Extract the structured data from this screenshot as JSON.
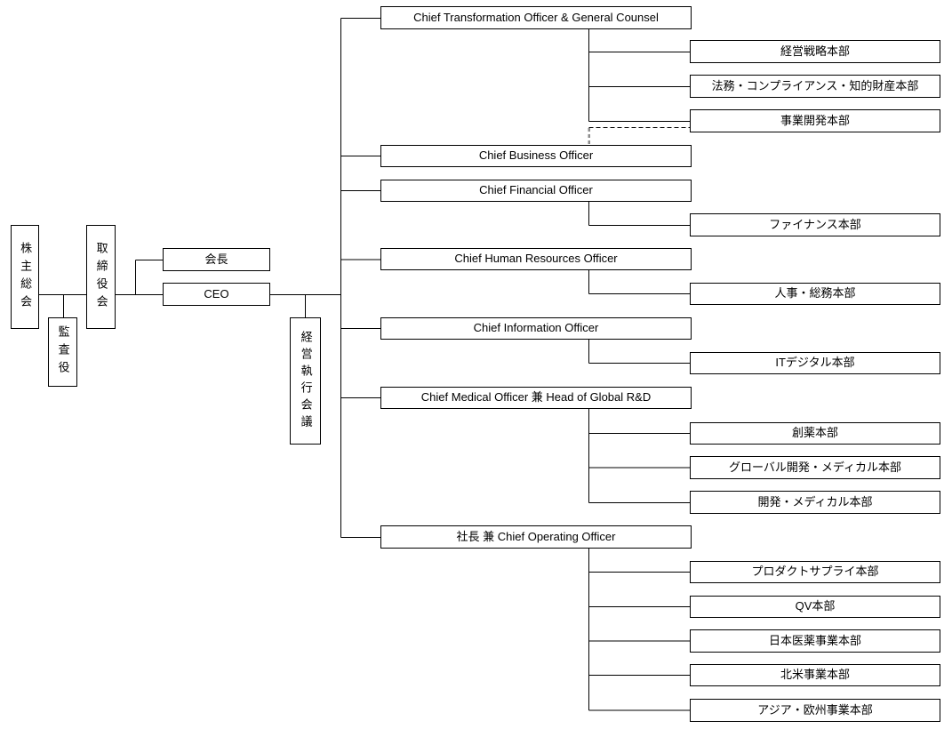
{
  "diagram": {
    "type": "org-chart",
    "governance": {
      "shareholders_meeting": "株主総会",
      "audit_officers": "監査役",
      "board_of_directors": "取締役会",
      "chairman": "会長",
      "ceo": "CEO",
      "management_executive_meeting": "経営執行会議"
    },
    "officers": {
      "cto_gc": "Chief Transformation Officer & General Counsel",
      "cbo": "Chief Business Officer",
      "cfo": "Chief Financial Officer",
      "chro": "Chief Human Resources Officer",
      "cio": "Chief Information Officer",
      "cmo_rd": "Chief Medical Officer 兼 Head of Global R&D",
      "president_coo": "社長 兼 Chief Operating Officer"
    },
    "divisions": {
      "corporate_strategy": "経営戦略本部",
      "legal_compliance_ip": "法務・コンプライアンス・知的財産本部",
      "business_development": "事業開発本部",
      "finance": "ファイナンス本部",
      "hr_general_affairs": "人事・総務本部",
      "it_digital": "ITデジタル本部",
      "drug_discovery": "創薬本部",
      "global_development_medical": "グローバル開発・メディカル本部",
      "development_medical": "開発・メディカル本部",
      "product_supply": "プロダクトサプライ本部",
      "qv": "QV本部",
      "japan_pharma_business": "日本医薬事業本部",
      "north_america_business": "北米事業本部",
      "asia_europe_business": "アジア・欧州事業本部"
    },
    "relations": {
      "dashed_link": "Chief Business Officer ⇠⇢ 事業開発本部"
    },
    "colors": {
      "line": "#000000",
      "dashed_line_h": "#000000",
      "dashed_line_v": "#8c8c8c",
      "box_border": "#000000",
      "box_fill": "#ffffff",
      "text": "#000000"
    }
  }
}
